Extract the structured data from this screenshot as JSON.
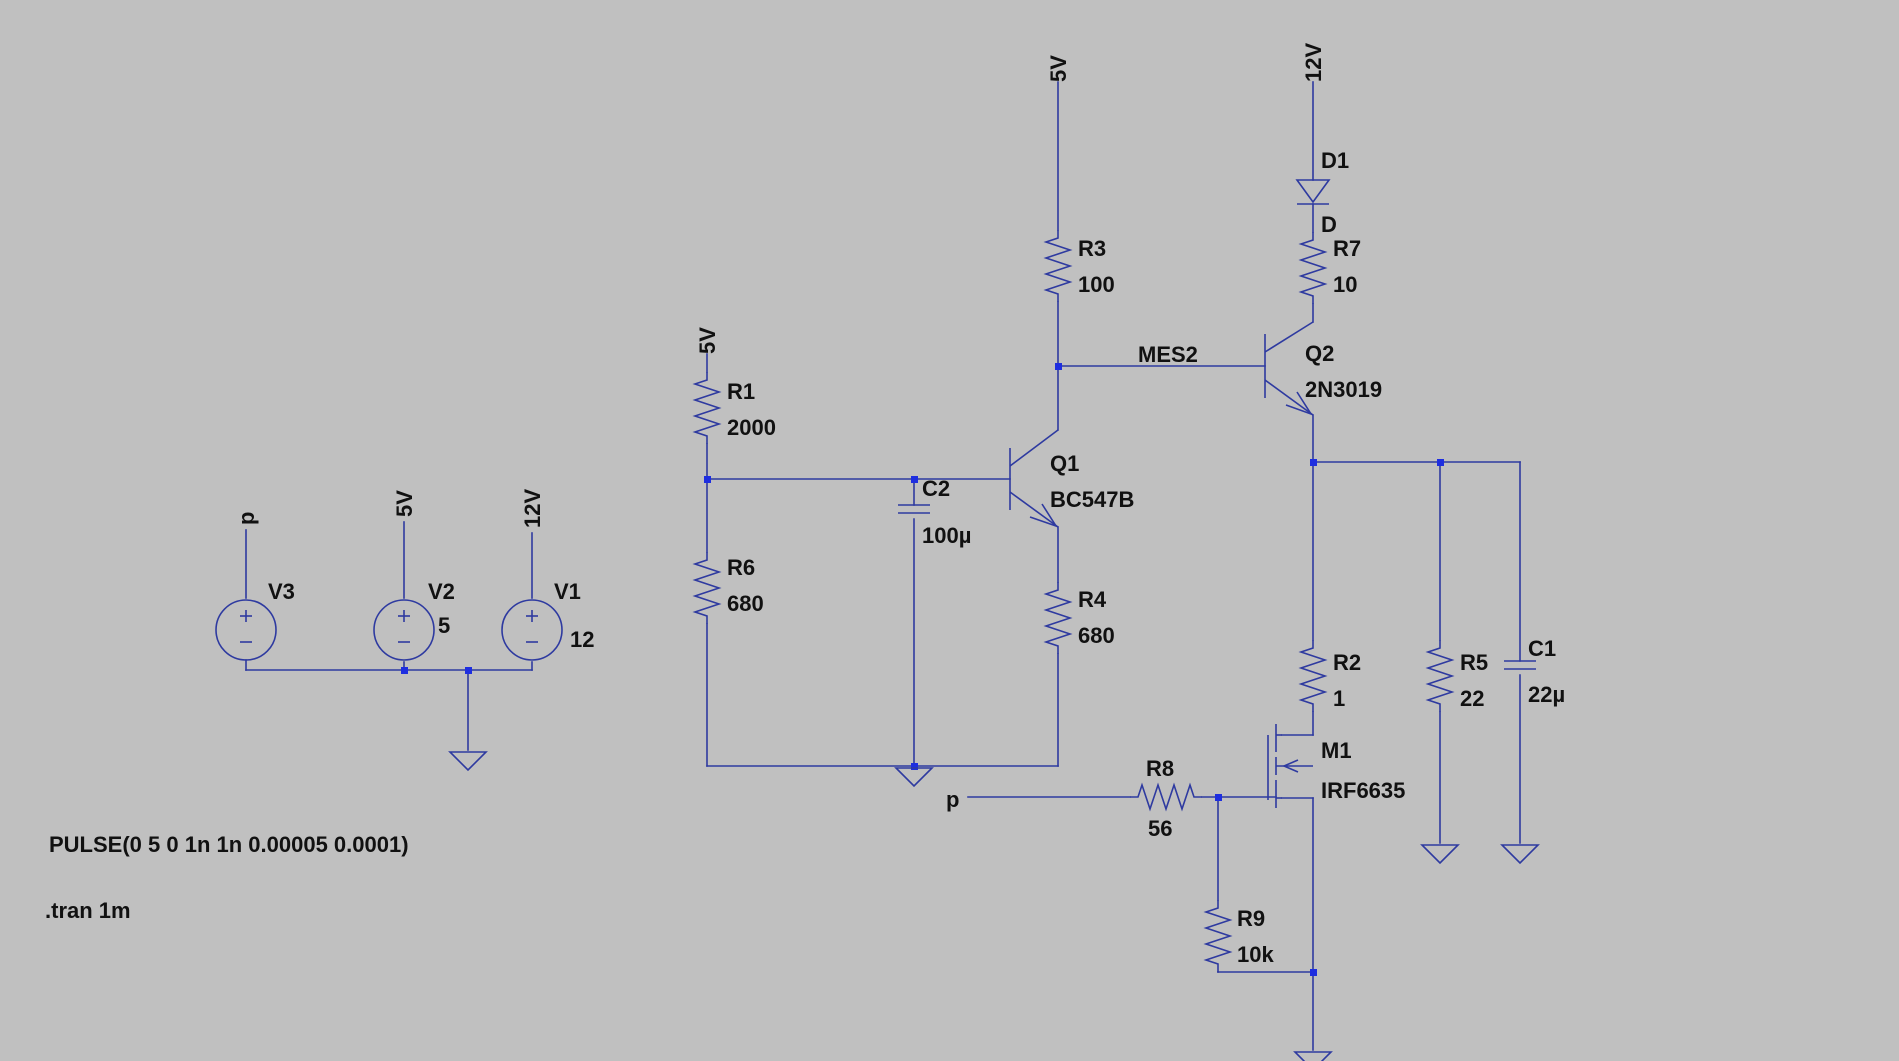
{
  "schematic": {
    "directives": {
      "pulse": "PULSE(0 5 0 1n 1n 0.00005 0.0001)",
      "tran": ".tran 1m"
    },
    "sources": [
      {
        "ref": "V3",
        "value": "",
        "net": "p"
      },
      {
        "ref": "V2",
        "value": "5",
        "net": "5V"
      },
      {
        "ref": "V1",
        "value": "12",
        "net": "12V"
      }
    ],
    "components": {
      "r1": {
        "ref": "R1",
        "value": "2000"
      },
      "r2": {
        "ref": "R2",
        "value": "1"
      },
      "r3": {
        "ref": "R3",
        "value": "100"
      },
      "r4": {
        "ref": "R4",
        "value": "680"
      },
      "r5": {
        "ref": "R5",
        "value": "22"
      },
      "r6": {
        "ref": "R6",
        "value": "680"
      },
      "r7": {
        "ref": "R7",
        "value": "10"
      },
      "r8": {
        "ref": "R8",
        "value": "56"
      },
      "r9": {
        "ref": "R9",
        "value": "10k"
      },
      "c1": {
        "ref": "C1",
        "value": "22µ"
      },
      "c2": {
        "ref": "C2",
        "value": "100µ"
      },
      "q1": {
        "ref": "Q1",
        "value": "BC547B"
      },
      "q2": {
        "ref": "Q2",
        "value": "2N3019"
      },
      "m1": {
        "ref": "M1",
        "value": "IRF6635"
      },
      "d1": {
        "ref": "D1",
        "value": "D"
      }
    },
    "nets": {
      "five_v": "5V",
      "twelve_v": "12V",
      "p": "p",
      "mes2": "MES2"
    }
  }
}
